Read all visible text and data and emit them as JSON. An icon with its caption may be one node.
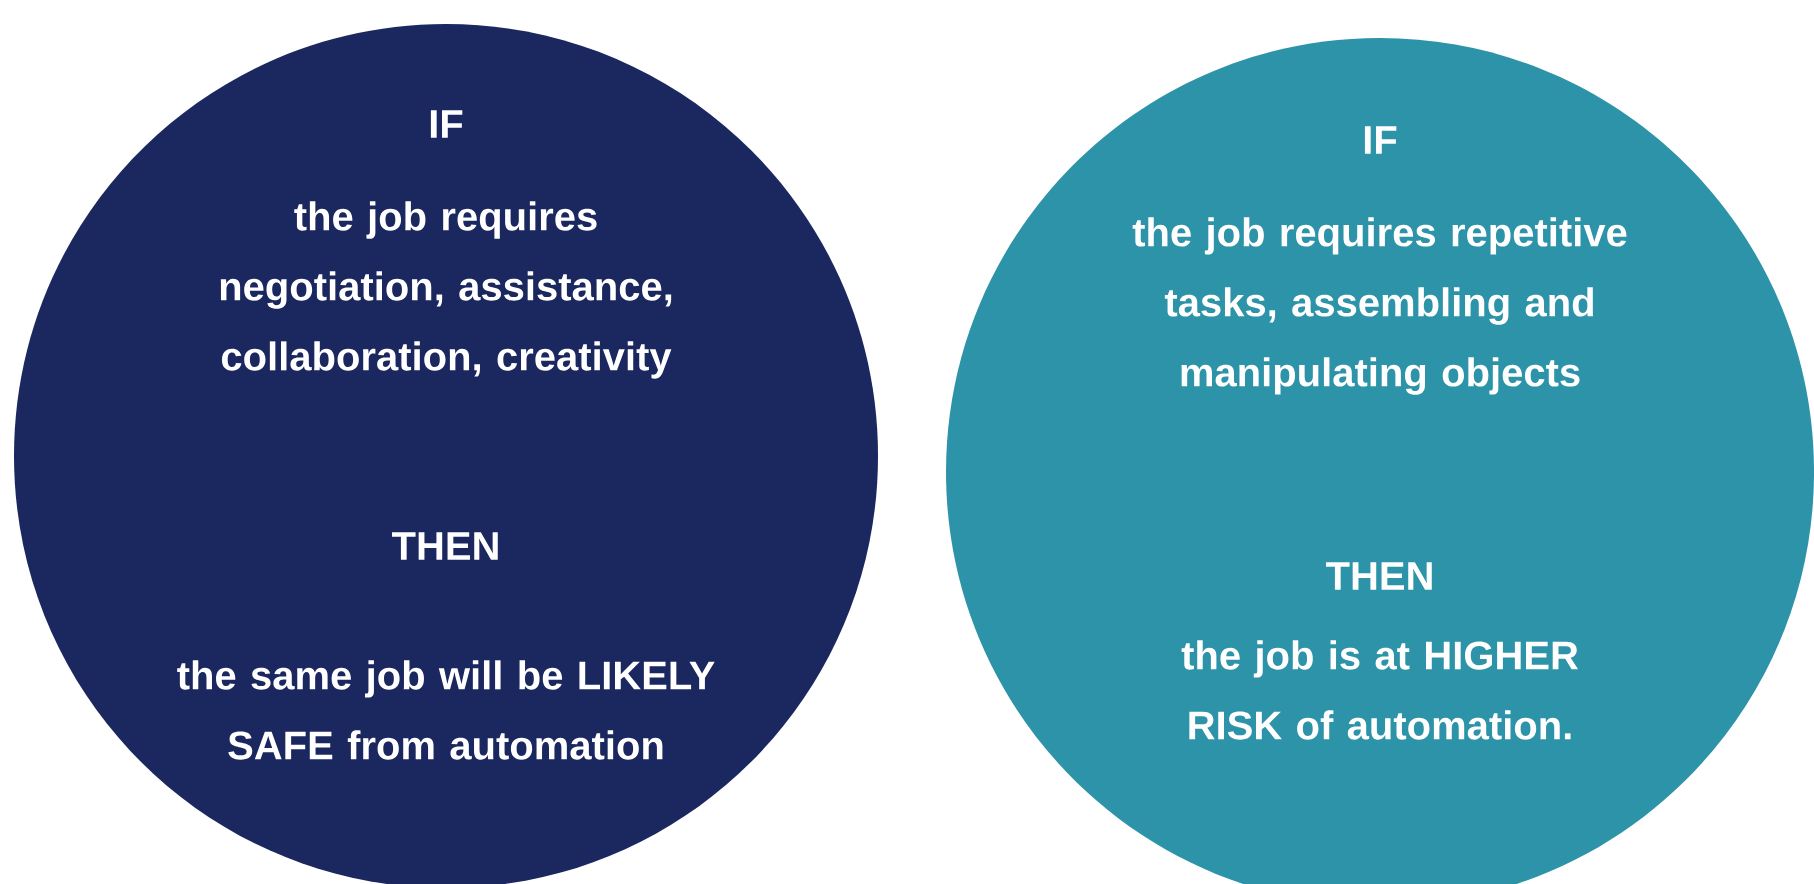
{
  "diagram": {
    "nodes": [
      {
        "text": [
          "IF",
          "the job requires negotiation, assistance, collaboration, creativity",
          "THEN",
          "the same job will be LIKELY SAFE from automation"
        ]
      },
      {
        "text": [
          "IF",
          "the job requires repetitive tasks, assembling and manipulating objects",
          "THEN",
          "the job is at HIGHER RISK of automation."
        ]
      }
    ]
  }
}
